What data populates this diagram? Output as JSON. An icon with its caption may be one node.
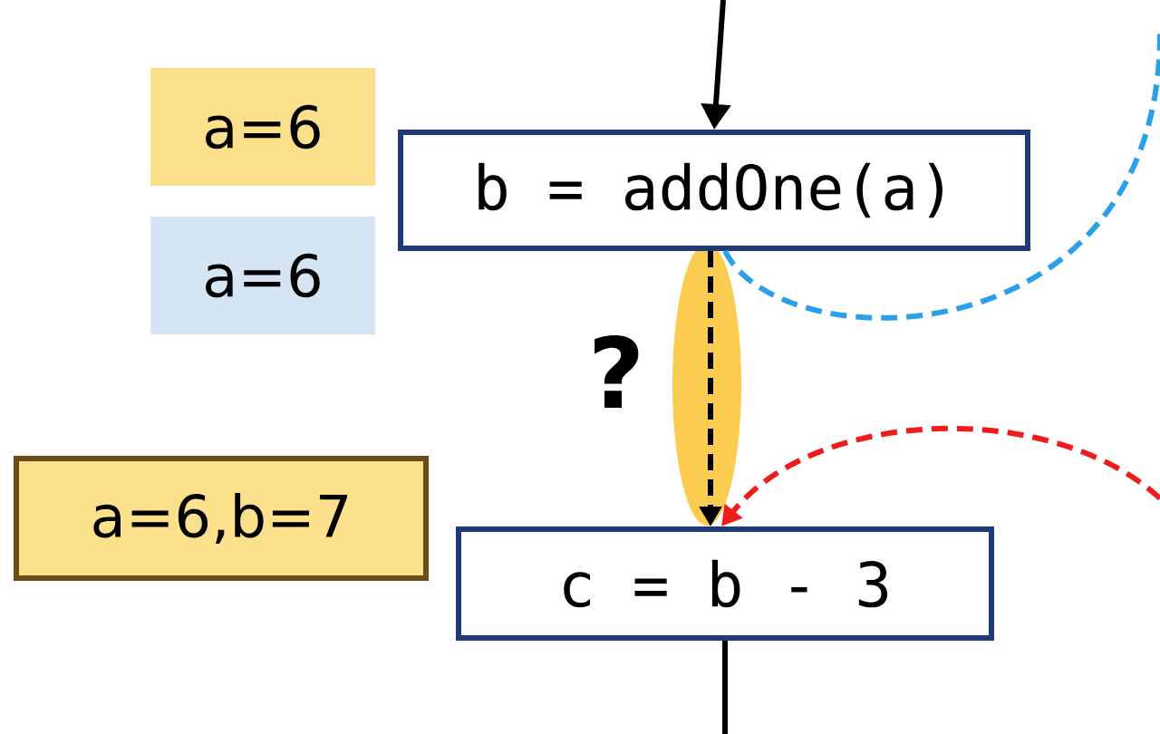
{
  "diagram": {
    "nodes": [
      {
        "text": [
          "a=6"
        ]
      },
      {
        "text": [
          "a=6"
        ]
      },
      {
        "text": [
          "b = addOne(a)"
        ]
      },
      {
        "text": [
          "a=6,b=7"
        ]
      },
      {
        "text": [
          "c = b - 3"
        ]
      }
    ],
    "edges": [
      {
        "from": null,
        "to": 2,
        "arrow": "to"
      },
      {
        "from": 2,
        "to": 4,
        "arrow": "to",
        "style": "dashed"
      },
      {
        "from": 2,
        "to": null,
        "arrow": "none",
        "style": "dashed",
        "color": "#2aa0e8"
      },
      {
        "from": null,
        "to": 4,
        "arrow": "to",
        "style": "dashed",
        "color": "#f01c1c"
      },
      {
        "from": 4,
        "to": null,
        "arrow": "none"
      }
    ],
    "labels": [
      "?"
    ]
  }
}
